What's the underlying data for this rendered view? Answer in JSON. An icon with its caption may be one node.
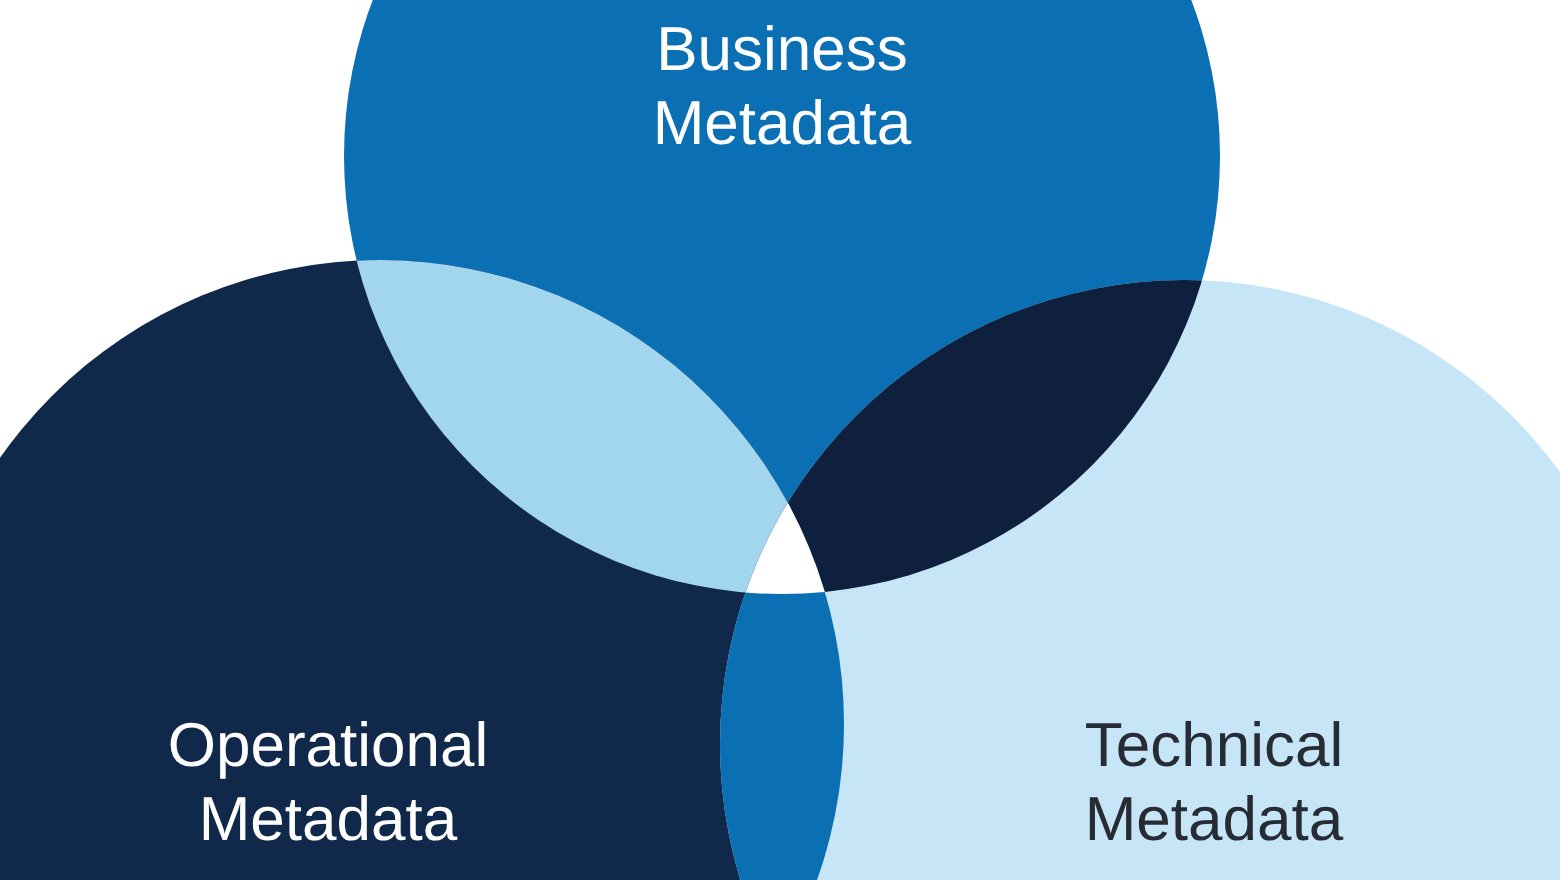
{
  "diagram": {
    "nodes": [
      {
        "text": [
          "Business Metadata"
        ]
      },
      {
        "text": [
          "Operational Metadata"
        ]
      },
      {
        "text": [
          "Technical Metadata"
        ]
      }
    ]
  }
}
